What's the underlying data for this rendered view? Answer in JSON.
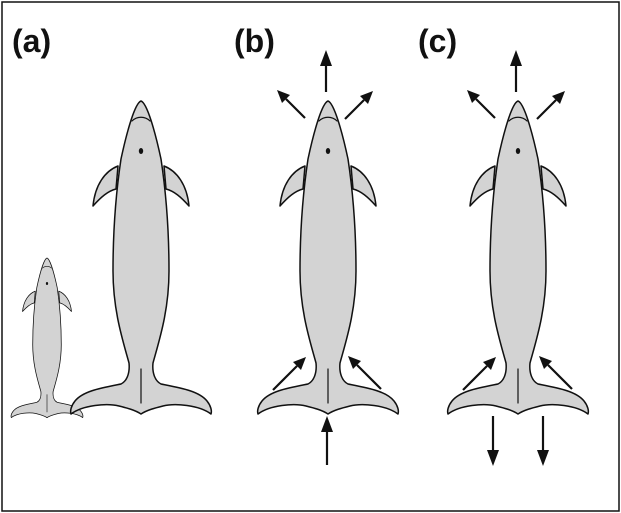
{
  "panels": [
    {
      "label": "(a)"
    },
    {
      "label": "(b)"
    },
    {
      "label": "(c)"
    }
  ],
  "colors": {
    "dolphin_fill": "#d3d3d3",
    "outline": "#111111",
    "frame": "#111111",
    "background": "#ffffff"
  },
  "icons": [
    "dolphin-icon",
    "arrow-icon"
  ]
}
